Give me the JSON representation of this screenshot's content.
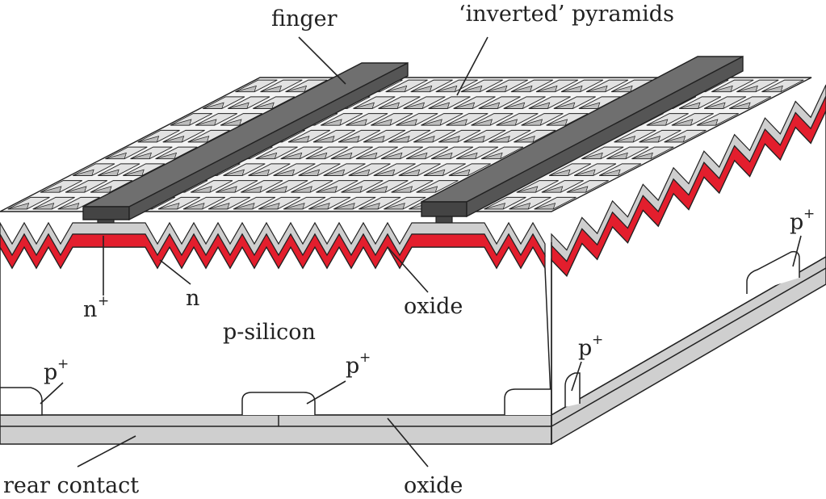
{
  "figure": {
    "labels": {
      "finger": "finger",
      "inverted_pyramids": "‘inverted’ pyramids",
      "n_plus": "n",
      "n_plus_sup": "+",
      "n": "n",
      "oxide_front": "oxide",
      "p_silicon": "p-silicon",
      "p_plus_left": "p",
      "p_plus_left_sup": "+",
      "p_plus_mid": "p",
      "p_plus_mid_sup": "+",
      "p_plus_side": "p",
      "p_plus_side_sup": "+",
      "p_plus_far": "p",
      "p_plus_far_sup": "+",
      "rear_contact": "rear contact",
      "oxide_rear": "oxide"
    },
    "colors": {
      "n_layer": "#e31e2d",
      "oxide": "#cfcfcf",
      "finger_top": "#6f6f6f",
      "finger_side": "#444444",
      "pyramid_face": "#bdbdbd",
      "pyramid_face_light": "#e2e2e2",
      "outline": "#222222",
      "background": "#ffffff"
    }
  }
}
